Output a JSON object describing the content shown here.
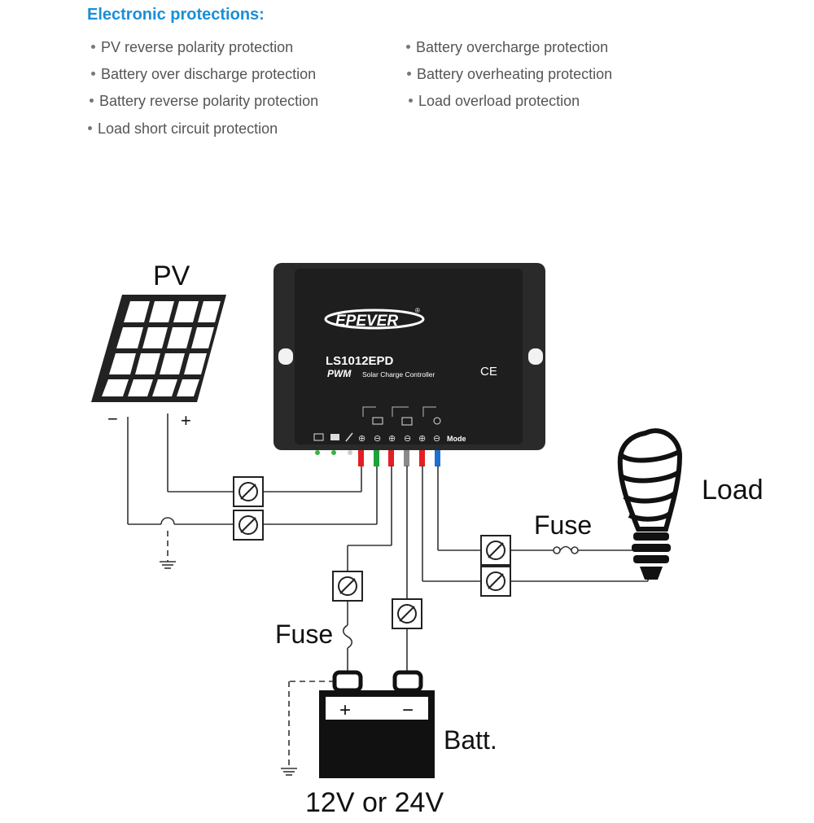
{
  "heading": "Electronic protections:",
  "protections_left": [
    "PV reverse polarity protection",
    "Battery over discharge protection",
    "Battery reverse polarity protection",
    "Load short circuit protection"
  ],
  "protections_right": [
    "Battery overcharge protection",
    "Battery  overheating protection",
    "Load overload protection"
  ],
  "labels": {
    "pv": "PV",
    "pv_minus": "−",
    "pv_plus": "+",
    "load": "Load",
    "fuse_load": "Fuse",
    "fuse_batt": "Fuse",
    "batt": "Batt.",
    "batt_plus": "+",
    "batt_minus": "−",
    "voltage": "12V or 24V"
  },
  "controller": {
    "brand": "EPEVER",
    "registered": "®",
    "model": "LS1012EPD",
    "type_pwm": "PWM",
    "type_desc": "Solar Charge Controller",
    "ce_mark": "CE",
    "mode_label": "Mode",
    "terminals": [
      "⊕",
      "⊖",
      "⊕",
      "⊖",
      "⊕",
      "⊖"
    ]
  },
  "colors": {
    "heading": "#1a8fd6",
    "controller_body": "#2a2a2a",
    "wire_red": "#e31e24",
    "wire_green": "#1da23c",
    "wire_blue": "#1f6fd1",
    "wire_grey": "#8a8a8a"
  }
}
